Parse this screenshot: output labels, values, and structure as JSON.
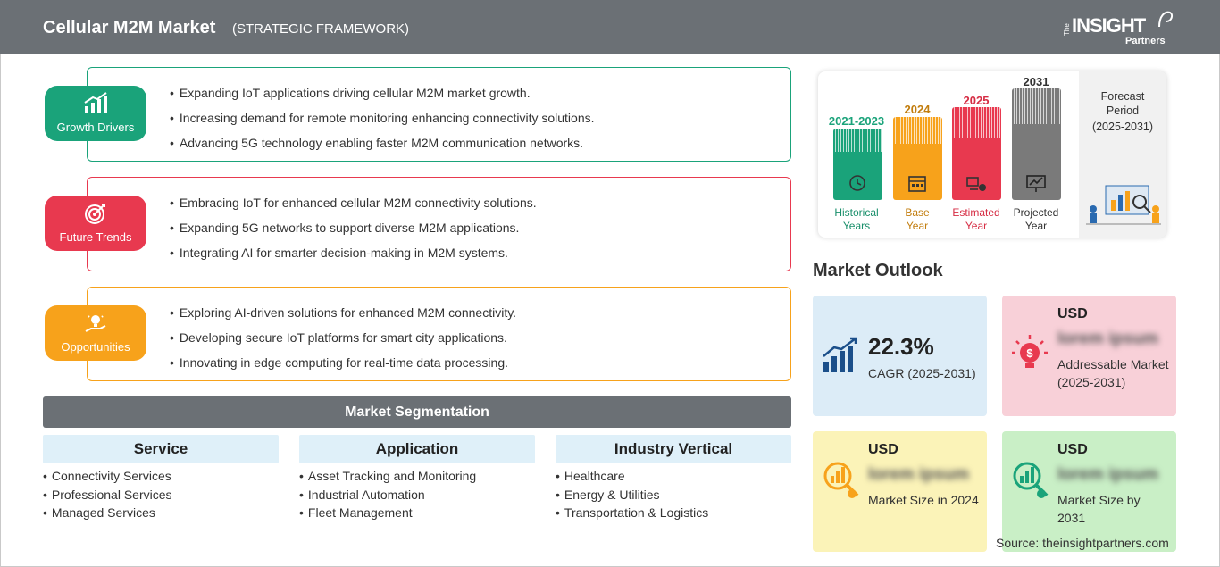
{
  "header": {
    "title": "Cellular M2M Market",
    "subtitle": "(STRATEGIC FRAMEWORK)",
    "logo": {
      "the": "The",
      "insight": "INSIGHT",
      "partners": "Partners"
    }
  },
  "framework": [
    {
      "label": "Growth Drivers",
      "color": "#1aa37a",
      "icon": "growth-chart-icon",
      "items": [
        "Expanding IoT applications driving cellular M2M market growth.",
        "Increasing demand for remote monitoring enhancing connectivity solutions.",
        "Advancing 5G technology enabling faster M2M communication networks."
      ]
    },
    {
      "label": "Future Trends",
      "color": "#e8394f",
      "icon": "target-icon",
      "items": [
        "Embracing IoT for enhanced cellular M2M connectivity solutions.",
        "Expanding 5G networks to support diverse M2M applications.",
        "Integrating AI for smarter decision-making in M2M systems."
      ]
    },
    {
      "label": "Opportunities",
      "color": "#f7a21b",
      "icon": "lightbulb-hand-icon",
      "items": [
        "Exploring AI-driven solutions for enhanced M2M connectivity.",
        "Developing secure IoT platforms for smart city applications.",
        "Innovating in edge computing for real-time data processing."
      ]
    }
  ],
  "segmentation": {
    "title": "Market Segmentation",
    "columns": [
      {
        "heading": "Service",
        "items": [
          "Connectivity Services",
          "Professional Services",
          "Managed Services"
        ]
      },
      {
        "heading": "Application",
        "items": [
          "Asset Tracking and Monitoring",
          "Industrial Automation",
          "Fleet Management"
        ]
      },
      {
        "heading": "Industry Vertical",
        "items": [
          "Healthcare",
          "Energy & Utilities",
          "Transportation & Logistics"
        ]
      }
    ]
  },
  "timeline": {
    "bars": [
      {
        "year": "2021-2023",
        "caption": [
          "Historical",
          "Years"
        ],
        "color": "#1aa37a",
        "icon": "history-icon"
      },
      {
        "year": "2024",
        "caption": [
          "Base",
          "Year"
        ],
        "color": "#f7a21b",
        "icon": "calendar-icon"
      },
      {
        "year": "2025",
        "caption": [
          "Estimated",
          "Year"
        ],
        "color": "#e8394f",
        "icon": "estimate-icon"
      },
      {
        "year": "2031",
        "caption": [
          "Projected",
          "Year"
        ],
        "color": "#7a7a7a",
        "icon": "presentation-icon"
      }
    ],
    "forecast": [
      "Forecast",
      "Period",
      "(2025-2031)"
    ]
  },
  "outlook": {
    "title": "Market Outlook",
    "cagr": {
      "value": "22.3%",
      "label": "CAGR (2025-2031)",
      "bg": "#dcecf7"
    },
    "addressable": {
      "usd": "USD",
      "value": "lorem ipsum",
      "label": "Addressable Market (2025-2031)",
      "bg": "#f8d0d8"
    },
    "size2024": {
      "usd": "USD",
      "value": "lorem ipsum",
      "label": "Market Size in 2024",
      "bg": "#fbf3b8"
    },
    "size2031": {
      "usd": "USD",
      "value": "lorem ipsum",
      "label": "Market Size by 2031",
      "bg": "#c9efc6"
    }
  },
  "source": "Source: theinsightpartners.com"
}
